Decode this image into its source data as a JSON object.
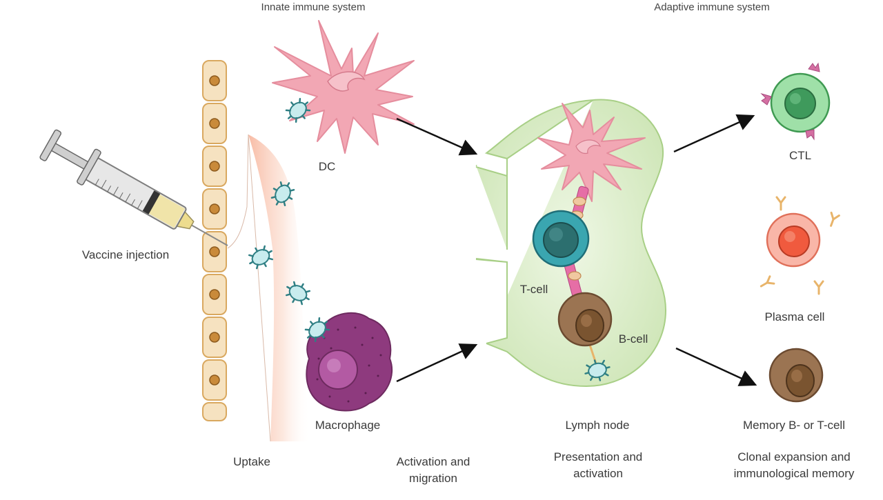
{
  "headers": {
    "innate": "Innate immune system",
    "adaptive": "Adaptive immune system"
  },
  "labels": {
    "vaccine_injection": "Vaccine injection",
    "dc": "DC",
    "macrophage": "Macrophage",
    "t_cell": "T-cell",
    "b_cell": "B-cell",
    "lymph_node": "Lymph node",
    "ctl": "CTL",
    "plasma_cell": "Plasma cell",
    "memory_cell": "Memory B- or T-cell"
  },
  "stages": {
    "uptake": "Uptake",
    "activation_migration": "Activation and migration",
    "presentation_activation": "Presentation and activation",
    "clonal_expansion": "Clonal expansion and immunological memory"
  },
  "colors": {
    "dc_pink": "#f2a7b4",
    "macrophage_purple": "#8e3a7e",
    "t_cell_teal": "#3aa6b0",
    "b_cell_brown": "#9b7452",
    "ctl_green": "#7bcf8a",
    "plasma_red": "#f06a52",
    "lymph_green": "#d8ecc4",
    "epithelium": "#f6e2c0",
    "antigen": "#b9e3e6"
  }
}
